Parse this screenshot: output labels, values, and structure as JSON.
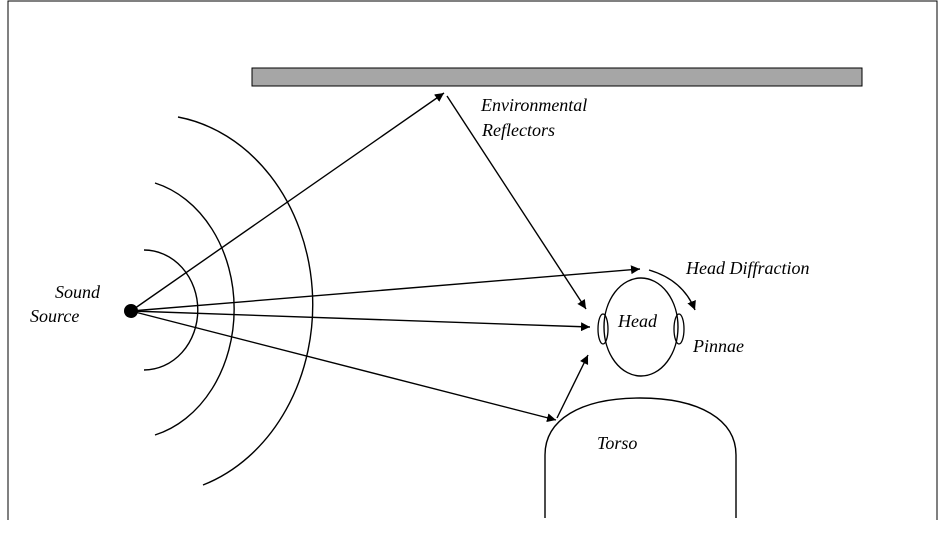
{
  "diagram": {
    "labels": {
      "sound_source_line1": "Sound",
      "sound_source_line2": "Source",
      "environmental_line1": "Environmental",
      "environmental_line2": "Reflectors",
      "head_diffraction": "Head Diffraction",
      "head": "Head",
      "pinnae": "Pinnae",
      "torso": "Torso"
    },
    "colors": {
      "stroke": "#000000",
      "reflector_fill": "#a6a6a6",
      "background": "#ffffff"
    }
  }
}
